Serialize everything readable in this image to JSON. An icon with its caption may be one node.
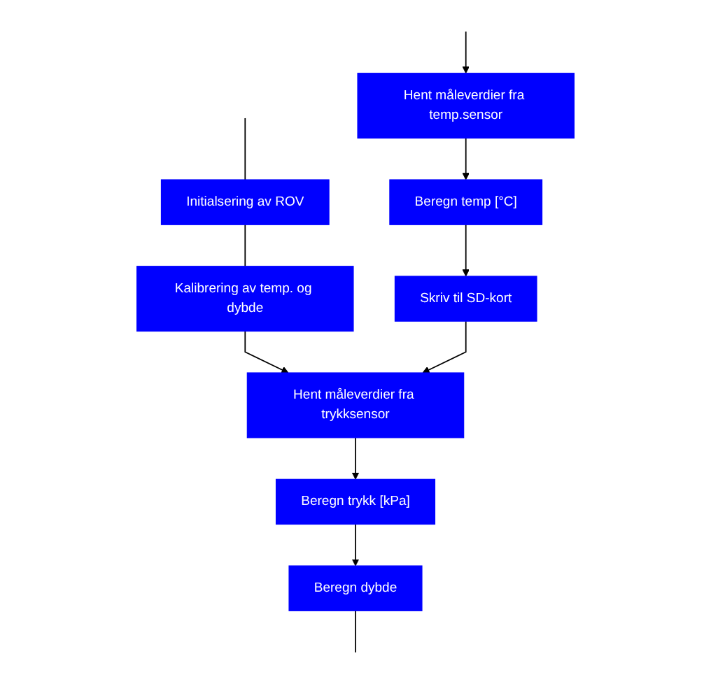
{
  "diagram": {
    "nodes": [
      {
        "text": [
          "Initialsering av ROV"
        ]
      },
      {
        "text": [
          "Kalibrering av temp. og dybde"
        ]
      },
      {
        "text": [
          "Hent måleverdier fra trykksensor"
        ]
      },
      {
        "text": [
          "Skriv til SD-kort"
        ]
      },
      {
        "text": [
          "Beregn trykk [kPa]"
        ]
      },
      {
        "text": [
          "Beregn temp [°C]"
        ]
      },
      {
        "text": [
          "Beregn dybde"
        ]
      },
      {
        "text": [
          "Hent måleverdier fra temp.sensor"
        ]
      }
    ],
    "edges": [
      {
        "from": null,
        "to": 0,
        "arrow": "none"
      },
      {
        "from": 0,
        "to": 1,
        "arrow": "none"
      },
      {
        "from": 1,
        "to": 2,
        "arrow": "to"
      },
      {
        "from": 2,
        "to": 4,
        "arrow": "to"
      },
      {
        "from": 4,
        "to": 6,
        "arrow": "to"
      },
      {
        "from": 6,
        "to": null,
        "arrow": "none"
      },
      {
        "from": null,
        "to": 7,
        "arrow": "to"
      },
      {
        "from": 7,
        "to": 5,
        "arrow": "to"
      },
      {
        "from": 5,
        "to": 3,
        "arrow": "to"
      },
      {
        "from": 3,
        "to": 2,
        "arrow": "to"
      }
    ]
  }
}
